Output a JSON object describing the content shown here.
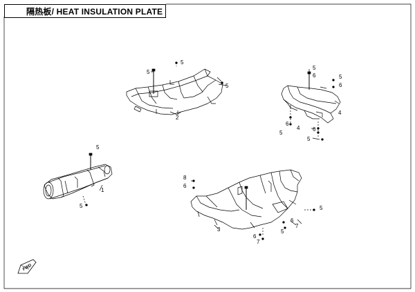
{
  "title": "隔热板/ HEAT INSULATION PLATE",
  "callouts": {
    "c1": "1",
    "c2": "2",
    "c3": "3",
    "c4": "4",
    "c5": "5",
    "c6": "6",
    "c7": "7",
    "c8": "8"
  },
  "logo_text": "FWD"
}
